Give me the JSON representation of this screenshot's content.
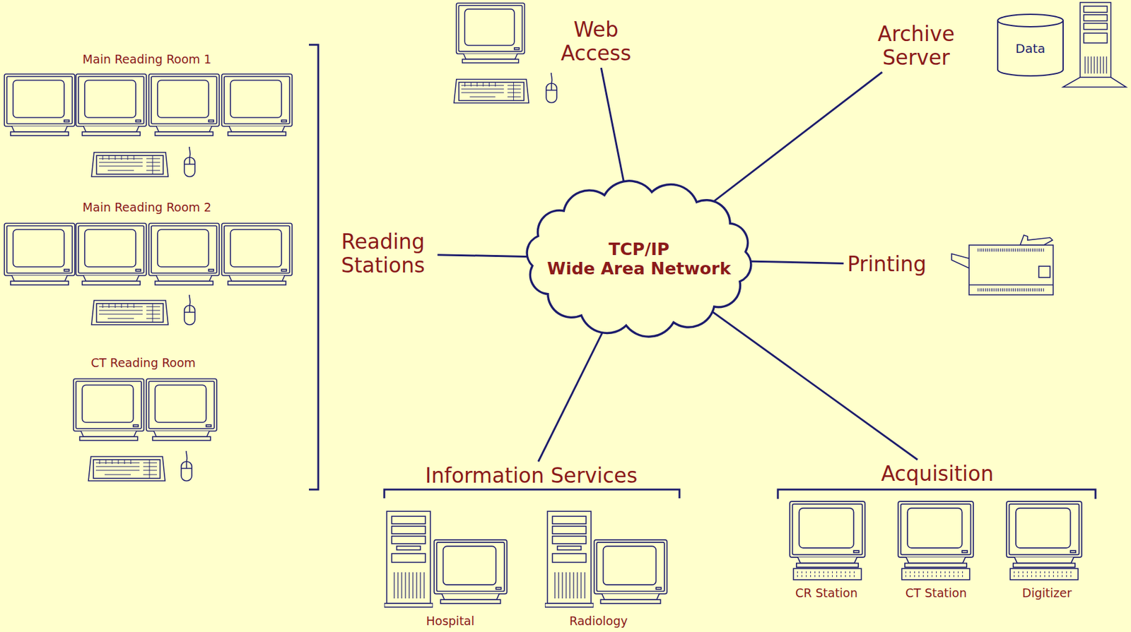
{
  "diagram": {
    "nodes": [
      {
        "text": [
          "Web Access"
        ]
      },
      {
        "text": [
          "Archive Server"
        ]
      },
      {
        "text": [
          "Data"
        ]
      },
      {
        "text": [
          "Reading Stations"
        ]
      },
      {
        "text": [
          "TCP/IP",
          "Wide Area Network"
        ]
      },
      {
        "text": [
          "Printing"
        ]
      },
      {
        "text": [
          "Information Services"
        ]
      },
      {
        "text": [
          "Acquisition"
        ]
      }
    ],
    "edges": [
      {
        "from": 4,
        "to": 0,
        "arrow": "none"
      },
      {
        "from": 4,
        "to": 1,
        "arrow": "none"
      },
      {
        "from": 4,
        "to": 3,
        "arrow": "none"
      },
      {
        "from": 4,
        "to": 5,
        "arrow": "none"
      },
      {
        "from": 4,
        "to": 6,
        "arrow": "none"
      },
      {
        "from": 4,
        "to": 7,
        "arrow": "none"
      }
    ],
    "labels": [
      "Main Reading Room 1",
      "Main Reading Room 2",
      "CT Reading Room",
      "Hospital",
      "Radiology",
      "CR Station",
      "CT Station",
      "Digitizer"
    ]
  }
}
